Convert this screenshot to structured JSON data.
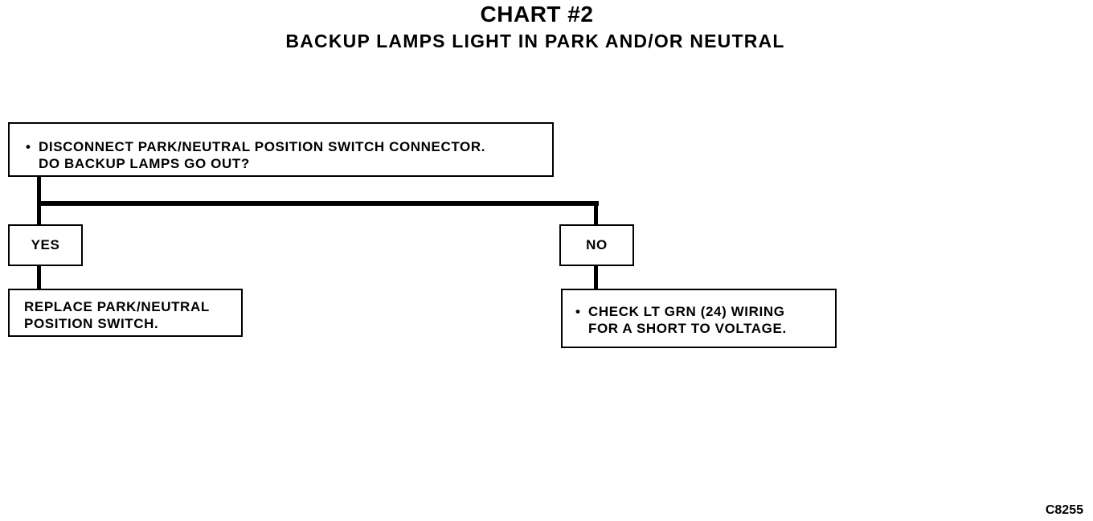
{
  "header": {
    "title": "CHART #2",
    "subtitle": "BACKUP LAMPS LIGHT IN PARK AND/OR NEUTRAL"
  },
  "flowchart": {
    "question": {
      "bullet": "•",
      "line1": "DISCONNECT PARK/NEUTRAL POSITION SWITCH CONNECTOR.",
      "line2": "DO BACKUP LAMPS GO OUT?"
    },
    "yes_branch": {
      "label": "YES",
      "action_line1": "REPLACE PARK/NEUTRAL",
      "action_line2": "POSITION SWITCH."
    },
    "no_branch": {
      "label": "NO",
      "bullet": "•",
      "action_line1": "CHECK LT GRN (24) WIRING",
      "action_line2": "FOR A SHORT TO VOLTAGE."
    }
  },
  "footer": {
    "figure_code": "C8255"
  }
}
